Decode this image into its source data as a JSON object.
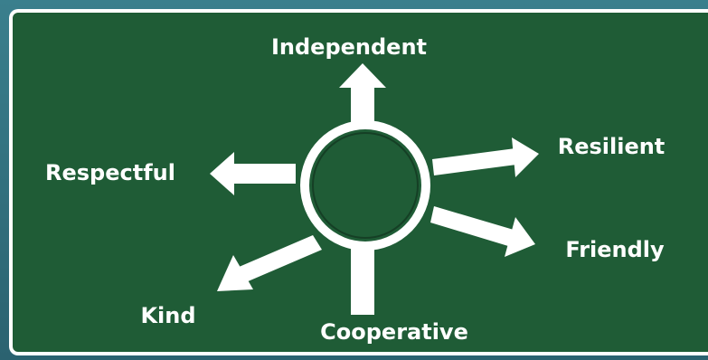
{
  "colors": {
    "sign_green": "#1f5c36",
    "sign_border": "#ffffff",
    "arrow": "#ffffff",
    "background": "#2f6a7a"
  },
  "diagram": {
    "center_icon": "roundabout-ring-icon",
    "labels": {
      "independent": "Independent",
      "resilient": "Resilient",
      "respectful": "Respectful",
      "friendly": "Friendly",
      "kind": "Kind",
      "cooperative": "Cooperative"
    }
  }
}
